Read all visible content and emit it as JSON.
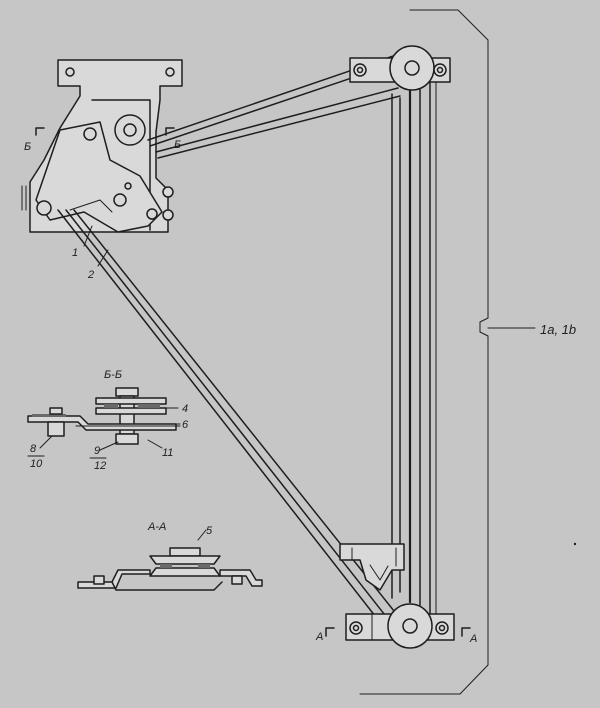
{
  "labels": {
    "part_1": "1",
    "part_2": "2",
    "part_4": "4",
    "part_5": "5",
    "part_6": "6",
    "part_8": "8",
    "part_9": "9",
    "part_10": "10",
    "part_11": "11",
    "part_12": "12",
    "door_ref": "1a, 1b",
    "section_b_left": "Б",
    "section_b_right": "Б",
    "section_a_left": "А",
    "section_a_right": "А",
    "section_bb_title": "Б-Б",
    "section_aa_title": "А-А"
  }
}
